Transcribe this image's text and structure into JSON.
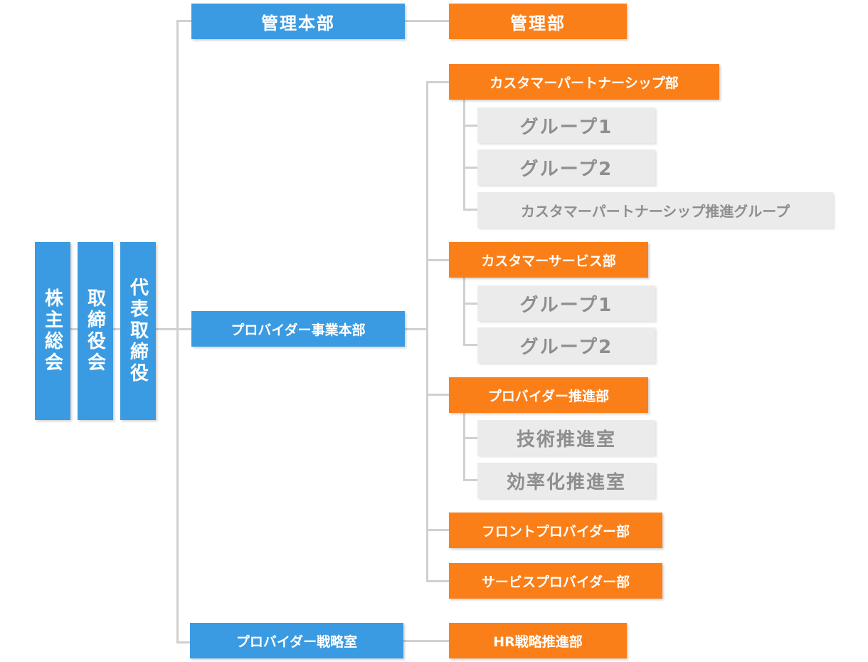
{
  "left_boxes": {
    "shareholders": "株主総会",
    "board": "取締役会",
    "ceo": "代表取締役"
  },
  "divisions": {
    "admin": "管理本部",
    "provider_business": "プロバイダー事業本部",
    "provider_strategy": "プロバイダー戦略室"
  },
  "departments": {
    "admin_dept": "管理部",
    "customer_partnership": "カスタマーパートナーシップ部",
    "customer_service": "カスタマーサービス部",
    "provider_promotion": "プロバイダー推進部",
    "front_provider": "フロントプロバイダー部",
    "service_provider": "サービスプロバイダー部",
    "hr_strategy": "HR戦略推進部"
  },
  "groups": {
    "cp_group1": "グループ1",
    "cp_group2": "グループ2",
    "cp_promotion_group": "カスタマーパートナーシップ推進グループ",
    "cs_group1": "グループ1",
    "cs_group2": "グループ2",
    "tech_promotion": "技術推進室",
    "efficiency_promotion": "効率化推進室"
  },
  "colors": {
    "blue": "#3a9be2",
    "orange": "#fb7f18",
    "gray_box": "#ebebeb",
    "gray_text": "#8e8e8e",
    "connector": "#d0d0d0"
  }
}
